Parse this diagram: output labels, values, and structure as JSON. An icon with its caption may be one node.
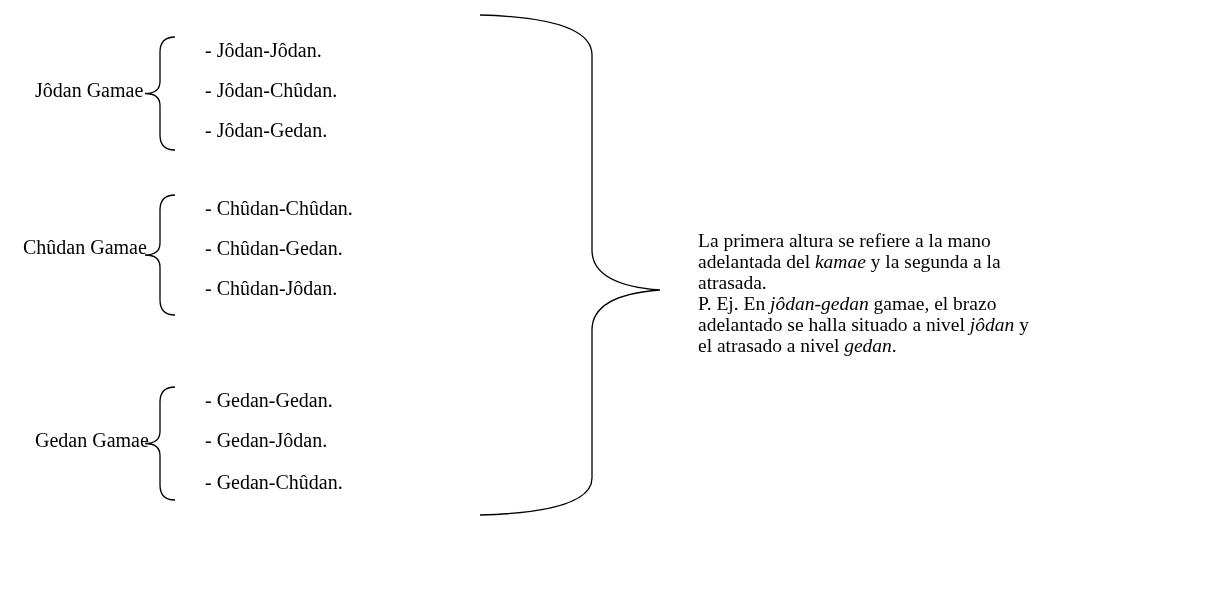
{
  "diagram": {
    "labels": [
      "- Jôdan-Jôdan.",
      "Jôdan Gamae",
      "- Jôdan-Chûdan.",
      "- Jôdan-Gedan.",
      "- Chûdan-Chûdan.",
      "Chûdan Gamae",
      "- Chûdan-Gedan.",
      "- Chûdan-Jôdan.",
      "- Gedan-Gedan.",
      "Gedan Gamae",
      "- Gedan-Jôdan.",
      "- Gedan-Chûdan.",
      "La primera altura se refiere a la mano adelantada del *kamae* y la segunda a la atrasada.",
      "P. Ej. En *jôdan-gedan* gamae, el brazo adelantado se halla situado a nivel *jôdan* y el atrasado a nivel *gedan*."
    ]
  }
}
